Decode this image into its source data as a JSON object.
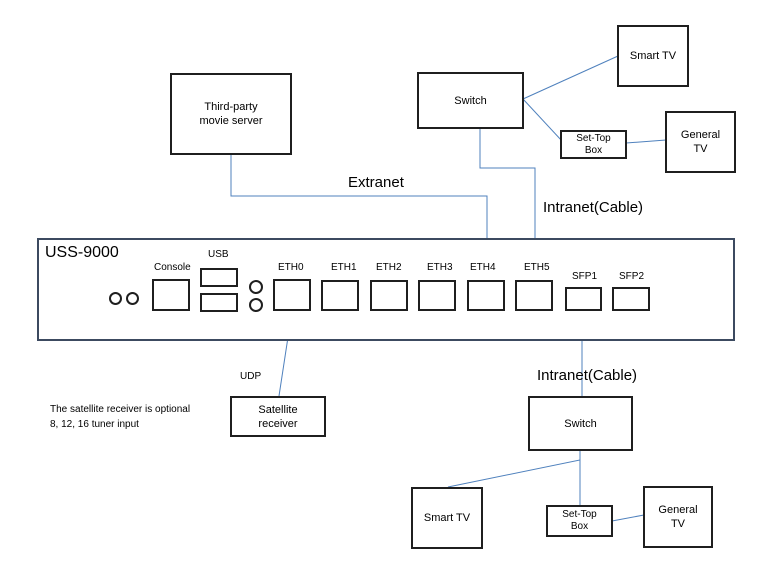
{
  "device": {
    "model": "USS-9000",
    "console": "Console",
    "usb": "USB",
    "eth0": "ETH0",
    "eth1": "ETH1",
    "eth2": "ETH2",
    "eth3": "ETH3",
    "eth4": "ETH4",
    "eth5": "ETH5",
    "sfp1": "SFP1",
    "sfp2": "SFP2"
  },
  "nodes": {
    "movie_server": "Third-party\nmovie server",
    "switch_top": "Switch",
    "smart_tv_top": "Smart TV",
    "stb_top": "Set-Top\nBox",
    "general_tv_top": "General\nTV",
    "satellite": "Satellite\nreceiver",
    "switch_bottom": "Switch",
    "smart_tv_bottom": "Smart TV",
    "stb_bottom": "Set-Top\nBox",
    "general_tv_bottom": "General\nTV"
  },
  "labels": {
    "extranet": "Extranet",
    "intranet_top": "Intranet(Cable)",
    "intranet_bottom": "Intranet(Cable)",
    "udp": "UDP",
    "satellite_note": "The satellite receiver is optional\n8, 12, 16 tuner input"
  },
  "colors": {
    "wire": "#4f81bd",
    "border": "#1f1f1f",
    "chassis_border": "#3c4a60"
  }
}
